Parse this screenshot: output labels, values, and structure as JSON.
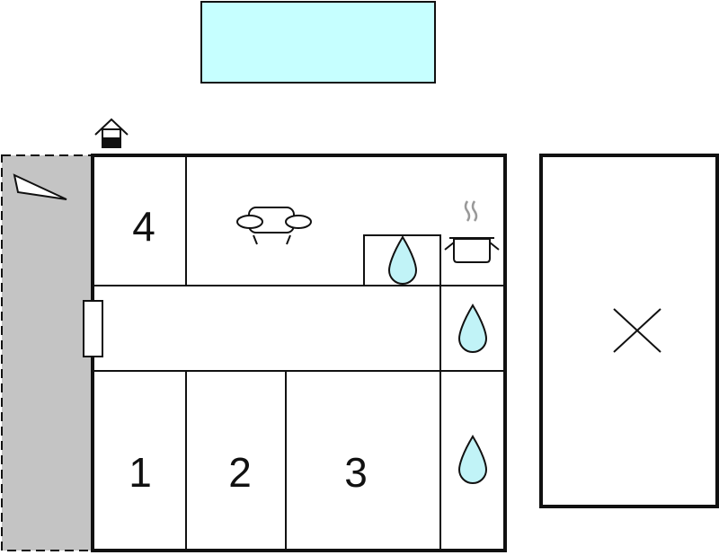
{
  "colors": {
    "pool": "#c6ffff",
    "terrace": "#c4c4c4",
    "water": "#c1f3f7",
    "line": "#111111",
    "background": "#ffffff"
  },
  "rooms": {
    "room1": "1",
    "room2": "2",
    "room3": "3",
    "room4": "4"
  },
  "icons": {
    "pool": "pool-rectangle",
    "terrace": "terrace-shaded-area",
    "compass": "compass-triangle-icon",
    "entrance": "house-entrance-icon",
    "sofa": "sofa-icon",
    "kitchen": "cooking-pot-icon",
    "bathroom": "water-drop-icon",
    "outbuilding": "cross-mark-icon",
    "door": "entrance-door-icon"
  }
}
